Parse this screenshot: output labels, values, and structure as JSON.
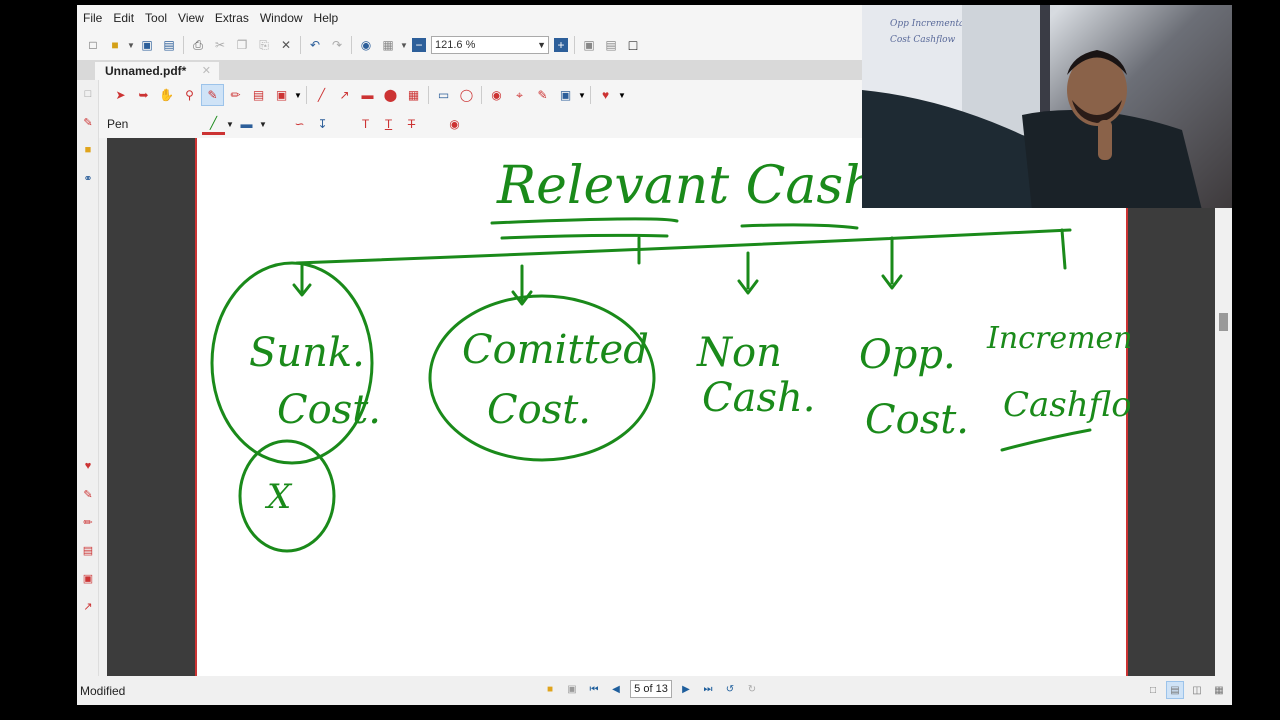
{
  "menu": {
    "items": [
      "File",
      "Edit",
      "Tool",
      "View",
      "Extras",
      "Window",
      "Help"
    ]
  },
  "toolbar": {
    "zoom_value": "121.6 %"
  },
  "tab": {
    "title": "Unnamed.pdf*"
  },
  "annotation_toolbar": {
    "tool_name": "Pen"
  },
  "document": {
    "heading": "Relevant Cash",
    "branches": [
      {
        "line1": "Sunk.",
        "line2": "Cost."
      },
      {
        "line1": "Comitted",
        "line2": "Cost."
      },
      {
        "line1": "Non",
        "line2": "Cash."
      },
      {
        "line1": "Opp.",
        "line2": "Cost."
      },
      {
        "line1": "Incremental",
        "line2": "Cashflow"
      }
    ],
    "cross_mark": "X"
  },
  "status": {
    "text": "Modified",
    "page_indicator": "5 of 13"
  },
  "webcam": {
    "board_line1": "Opp  Incremental",
    "board_line2": "Cost  Cashflow"
  },
  "colors": {
    "ink": "#1a8a1a",
    "page_border": "#cc3333",
    "accent": "#1e5e9c"
  }
}
